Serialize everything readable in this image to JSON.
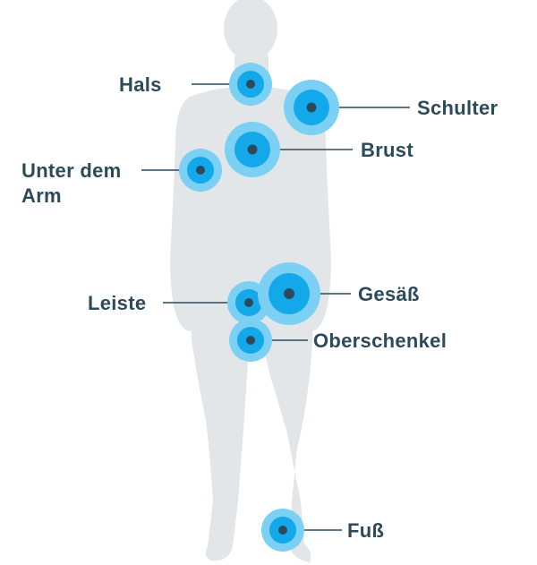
{
  "colors": {
    "body": "#e3e6e9",
    "outer_ring": "#7cd0f3",
    "inner_circle": "#12a8ea",
    "center_dot": "#2d4a5a",
    "leader_line": "#2d4a5a",
    "label_text": "#2d4a5a"
  },
  "markers": [
    {
      "id": "hals",
      "label": "Hals",
      "size": "medium"
    },
    {
      "id": "schulter",
      "label": "Schulter",
      "size": "large"
    },
    {
      "id": "brust",
      "label": "Brust",
      "size": "large"
    },
    {
      "id": "unter-dem-arm",
      "label": "Unter dem Arm",
      "size": "medium"
    },
    {
      "id": "leiste",
      "label": "Leiste",
      "size": "medium"
    },
    {
      "id": "gesaess",
      "label": "Gesäß",
      "size": "xlarge"
    },
    {
      "id": "oberschenkel",
      "label": "Oberschenkel",
      "size": "medium"
    },
    {
      "id": "fuss",
      "label": "Fuß",
      "size": "medium"
    }
  ]
}
